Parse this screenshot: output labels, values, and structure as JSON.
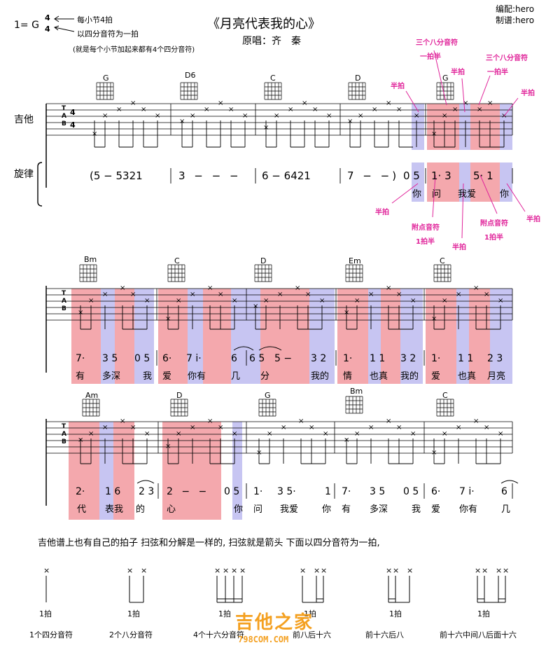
{
  "header": {
    "key": "1= G",
    "time_top": "4",
    "time_bottom": "4",
    "note1": "每小节4拍",
    "note2": "以四分音符为一拍",
    "note3": "(就是每个小节加起来都有4个四分音符)",
    "title": "《月亮代表我的心》",
    "singer": "原唱：齐　秦",
    "arranger": "编配:hero",
    "transcriber": "制谱:hero"
  },
  "row_labels": {
    "guitar": "吉他",
    "melody": "旋律"
  },
  "chords": {
    "row1": [
      "G",
      "D6",
      "C",
      "D",
      "G"
    ],
    "row2": [
      "Bm",
      "C",
      "D",
      "Em",
      "C"
    ],
    "row3": [
      "Am",
      "D",
      "G",
      "Bm",
      "C"
    ]
  },
  "tab_letters": [
    "T",
    "A",
    "B"
  ],
  "row1_time": [
    "4",
    "4"
  ],
  "melody1": {
    "m1": "(5 − 5321",
    "m2": "3 − − −",
    "m3": "6 − 6421",
    "m4": "7 − −)",
    "m5": "0 5",
    "m6": "1·  3",
    "m7": "5·  1"
  },
  "lyrics1": [
    "你",
    "问",
    "我爱",
    "你"
  ],
  "annotations1": {
    "a1": "三个八分音符",
    "a2": "一拍半",
    "a3": "半拍",
    "a4": "三个八分音符",
    "a5": "一拍半",
    "a6": "半拍",
    "a7": "半拍",
    "a8": "半拍",
    "a9": "附点音符",
    "a10": "1拍半",
    "a11": "半拍",
    "a12": "附点音符",
    "a13": "1拍半",
    "a14": "半拍"
  },
  "notes2": [
    "7·",
    "3 5",
    "0 5",
    "6·",
    "7 i·",
    "6",
    "6 5",
    "5 −",
    "3 2",
    "1·",
    "1 1",
    "3 2",
    "1·",
    "1 1",
    "2 3"
  ],
  "lyrics2": [
    "有",
    "多深",
    "我",
    "爱",
    "你有",
    "几",
    "分",
    "我的",
    "情",
    "也真",
    "我的",
    "爱",
    "也真",
    "月亮"
  ],
  "notes3": [
    "2·",
    "1 6",
    "2 3",
    "2 − −",
    "0 5",
    "1·",
    "3 5·",
    "1",
    "7·",
    "3 5",
    "0 5",
    "6·",
    "7 i·",
    "6"
  ],
  "lyrics3": [
    "代",
    "表我",
    "的",
    "心",
    "你",
    "问",
    "我爱",
    "你",
    "有",
    "多深",
    "我",
    "爱",
    "你有",
    "几"
  ],
  "bottom": {
    "desc": "吉他谱上也有自己的拍子 扫弦和分解是一样的, 扫弦就是箭头  下面以四分音符为一拍,",
    "beats": [
      "1拍",
      "1拍",
      "1拍",
      "1拍",
      "1拍",
      "1拍"
    ],
    "names": [
      "1个四分音符",
      "2个八分音符",
      "4个十六分音符",
      "前八后十六",
      "前十六后八",
      "前十六中间八后面十六"
    ]
  },
  "watermark": {
    "text": "吉他之家",
    "url": "798COM.COM"
  },
  "colors": {
    "red_highlight": "#f4a8ad",
    "blue_highlight": "#c7c5f2",
    "annotation": "#e0249a"
  }
}
